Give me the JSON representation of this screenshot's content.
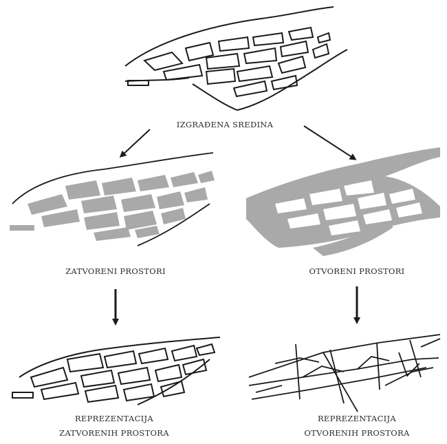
{
  "labels": {
    "built_environment": "IZGRAĐENA SREDINA",
    "closed_spaces": "ZATVORENI PROSTORI",
    "open_spaces": "OTVORENI PROSTORI",
    "rep_closed_line1": "REPREZENTACIJA",
    "rep_closed_line2": "ZATVORENIH PROSTORA",
    "rep_open_line1": "REPREZENTACIJA",
    "rep_open_line2": "OTVORENIH PROSTORA"
  },
  "colors": {
    "ink": "#1a1a1a",
    "fill_gray": "#a9a9a9",
    "background": "#ffffff"
  }
}
